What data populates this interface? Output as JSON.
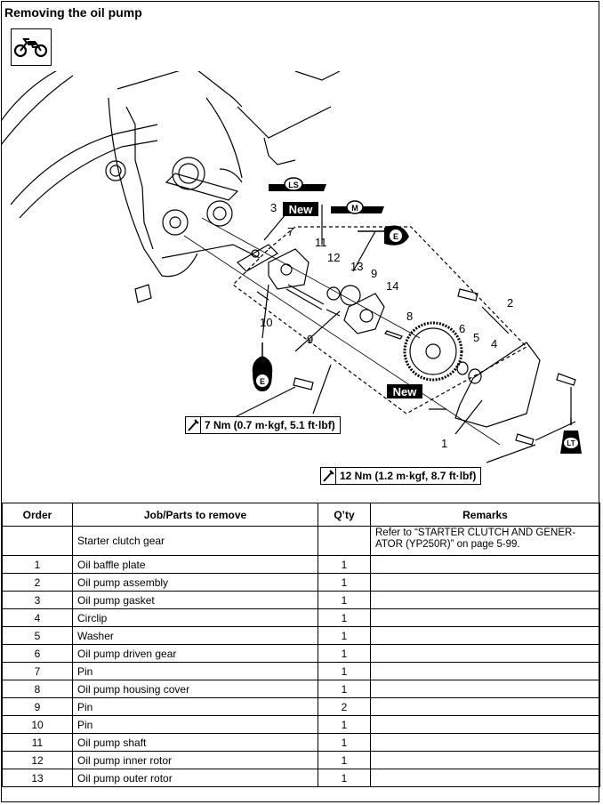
{
  "title": "Removing the oil pump",
  "icons": {
    "header_icon": "motorcycle-icon"
  },
  "callouts": [
    "1",
    "2",
    "3",
    "4",
    "5",
    "6",
    "7",
    "8",
    "9",
    "9",
    "10",
    "11",
    "12",
    "13",
    "14"
  ],
  "badges": {
    "new": "New",
    "ls": "LS",
    "m": "M",
    "e": "E",
    "lt": "LT"
  },
  "torque": {
    "spec1": "7 Nm (0.7 m·kgf, 5.1 ft·lbf)",
    "spec2": "12 Nm (1.2 m·kgf, 8.7 ft·lbf)"
  },
  "table": {
    "headers": {
      "order": "Order",
      "job": "Job/Parts to remove",
      "qty": "Q’ty",
      "remarks": "Remarks"
    },
    "rows": [
      {
        "order": "",
        "job": "Starter clutch gear",
        "qty": "",
        "remarks": "Refer to “STARTER CLUTCH AND GENER-ATOR (YP250R)” on page 5-99."
      },
      {
        "order": "1",
        "job": "Oil baffle plate",
        "qty": "1",
        "remarks": ""
      },
      {
        "order": "2",
        "job": "Oil pump assembly",
        "qty": "1",
        "remarks": ""
      },
      {
        "order": "3",
        "job": "Oil pump gasket",
        "qty": "1",
        "remarks": ""
      },
      {
        "order": "4",
        "job": "Circlip",
        "qty": "1",
        "remarks": ""
      },
      {
        "order": "5",
        "job": "Washer",
        "qty": "1",
        "remarks": ""
      },
      {
        "order": "6",
        "job": "Oil pump driven gear",
        "qty": "1",
        "remarks": ""
      },
      {
        "order": "7",
        "job": "Pin",
        "qty": "1",
        "remarks": ""
      },
      {
        "order": "8",
        "job": "Oil pump housing cover",
        "qty": "1",
        "remarks": ""
      },
      {
        "order": "9",
        "job": "Pin",
        "qty": "2",
        "remarks": ""
      },
      {
        "order": "10",
        "job": "Pin",
        "qty": "1",
        "remarks": ""
      },
      {
        "order": "11",
        "job": "Oil pump shaft",
        "qty": "1",
        "remarks": ""
      },
      {
        "order": "12",
        "job": "Oil pump inner rotor",
        "qty": "1",
        "remarks": ""
      },
      {
        "order": "13",
        "job": "Oil pump outer rotor",
        "qty": "1",
        "remarks": ""
      }
    ]
  }
}
